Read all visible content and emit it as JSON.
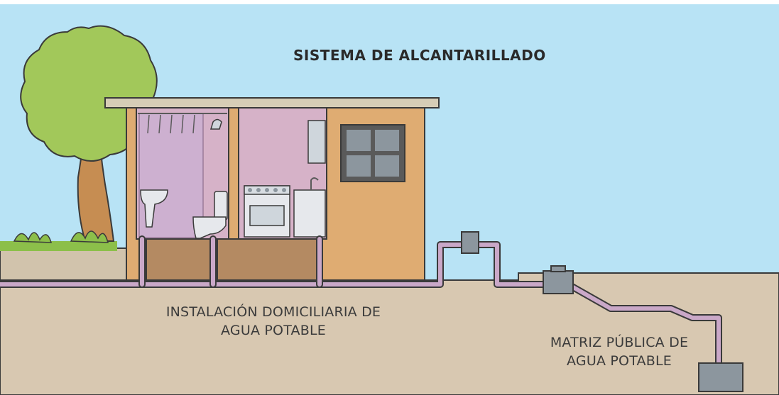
{
  "diagram": {
    "title": "SISTEMA DE ALCANTARILLADO",
    "labels": {
      "home_installation": [
        "INSTALACIÓN DOMICILIARIA DE",
        "AGUA POTABLE"
      ],
      "public_main": [
        "MATRIZ PÚBLICA DE",
        "AGUA POTABLE"
      ]
    }
  },
  "colors": {
    "sky": "#b8e3f5",
    "ground": "#d8c8b1",
    "pipe": "#caa8c8",
    "house_wall": "#dfac72",
    "room_interior": "#d6b2c8",
    "foundation": "#b48a62",
    "tree_leaves": "#a2c85a",
    "tree_trunk": "#c68d52",
    "valve": "#8c969e"
  }
}
